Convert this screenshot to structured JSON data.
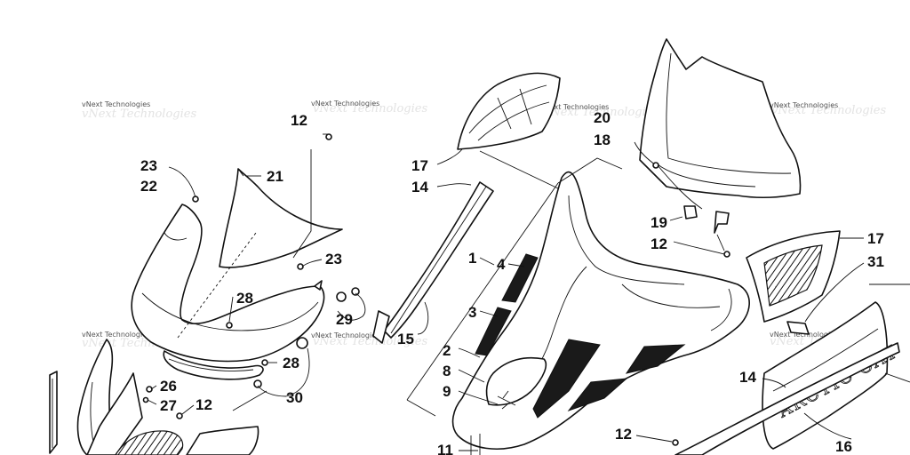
{
  "watermark": "vNext Technologies",
  "callouts": {
    "c12a": "12",
    "c23a": "23",
    "c22": "22",
    "c21": "21",
    "c23b": "23",
    "c28a": "28",
    "c29": "29",
    "c28b": "28",
    "c30": "30",
    "c26": "26",
    "c27": "27",
    "c12b": "12",
    "c17a": "17",
    "c14a": "14",
    "c1": "1",
    "c4": "4",
    "c3": "3",
    "c2": "2",
    "c8": "8",
    "c9": "9",
    "c15": "15",
    "c20": "20",
    "c18": "18",
    "c19": "19",
    "c12c": "12",
    "c17b": "17",
    "c31": "31",
    "c14b": "14",
    "c16": "16",
    "c12d": "12",
    "c11": "11"
  },
  "decal_text": "ARCTIC CAT"
}
